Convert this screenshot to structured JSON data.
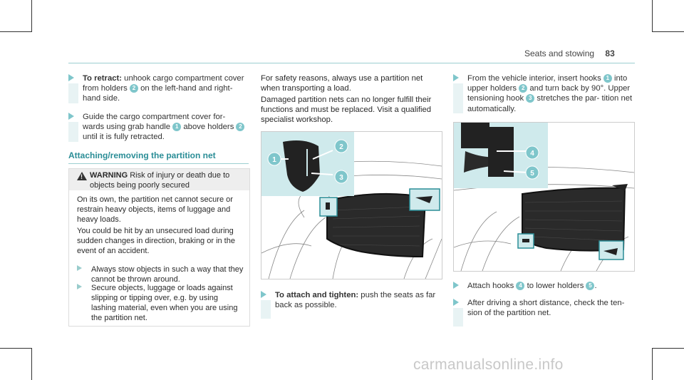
{
  "header": {
    "section": "Seats and stowing",
    "page": "83"
  },
  "col1": {
    "step1": {
      "bold": "To retract:",
      "a": " unhook cargo compartment cover from holders ",
      "n1": "2",
      "b": " on the left-hand and right-hand side."
    },
    "step2": {
      "a": "Guide the cargo compartment cover for‐ wards using grab handle ",
      "n1": "1",
      "b": " above holders ",
      "n2": "2",
      "c": " until it is fully retracted."
    },
    "section_title": "Attaching/removing the partition net",
    "warning": {
      "label": "WARNING",
      "head": " Risk of injury or death due to objects being poorly secured",
      "body1": "On its own, the partition net cannot secure or restrain heavy objects, items of luggage and heavy loads.",
      "body2": "You could be hit by an unsecured load during sudden changes in direction, braking or in the event of an accident.",
      "step1": "Always stow objects in such a way that they cannot be thrown around.",
      "step2": "Secure objects, luggage or loads against slipping or tipping over, e.g. by using lashing material, even when you are using the partition net."
    }
  },
  "col2": {
    "para1": "For safety reasons, always use a partition net when transporting a load.",
    "para2": "Damaged partition nets can no longer fulfill their functions and must be replaced. Visit a qualified specialist workshop.",
    "fig_labels": [
      "1",
      "2",
      "3"
    ],
    "step": {
      "bold": "To attach and tighten:",
      "a": " push the seats as far back as possible."
    }
  },
  "col3": {
    "step1": {
      "a": "From the vehicle interior, insert hooks ",
      "n1": "1",
      "b": " into upper holders ",
      "n2": "2",
      "c": " and turn back by 90°. Upper tensioning hook ",
      "n3": "3",
      "d": " stretches the par‐ tition net automatically."
    },
    "fig_labels": [
      "4",
      "5"
    ],
    "step2": {
      "a": "Attach hooks ",
      "n1": "4",
      "b": " to lower holders ",
      "n2": "5",
      "c": "."
    },
    "step3": {
      "a": "After driving a short distance, check the ten‐ sion of the partition net."
    }
  },
  "watermark": "carmanualsonline.info",
  "colors": {
    "accent": "#7fc6cb",
    "accent_dark": "#2a8d96",
    "highlight_fill": "#cfeaec",
    "net": "#1e1e1e"
  }
}
